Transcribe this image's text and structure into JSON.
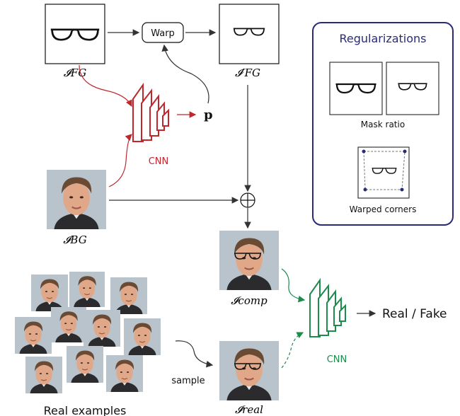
{
  "labels": {
    "i_fg": "𝓘FG",
    "i_fg_prime": "𝓘′FG",
    "i_bg": "𝓘BG",
    "i_comp": "𝓘comp",
    "i_real": "𝓘real",
    "warp": "Warp",
    "p": "p",
    "cnn_generator": "CNN",
    "cnn_discriminator": "CNN",
    "real_fake": "Real / Fake",
    "sample": "sample",
    "real_examples": "Real examples",
    "composite_symbol": "⊕"
  },
  "regularizations": {
    "title": "Regularizations",
    "mask_ratio": "Mask ratio",
    "warped_corners": "Warped corners"
  },
  "colors": {
    "generator": "#c0272d",
    "discriminator": "#1e8a4c",
    "regularization_border": "#2a2a7a",
    "regularization_title": "#2a2a7a",
    "arrow": "#333333"
  },
  "icons": [
    "glasses-icon",
    "face-photo",
    "cnn-layers-icon",
    "oplus-icon"
  ]
}
